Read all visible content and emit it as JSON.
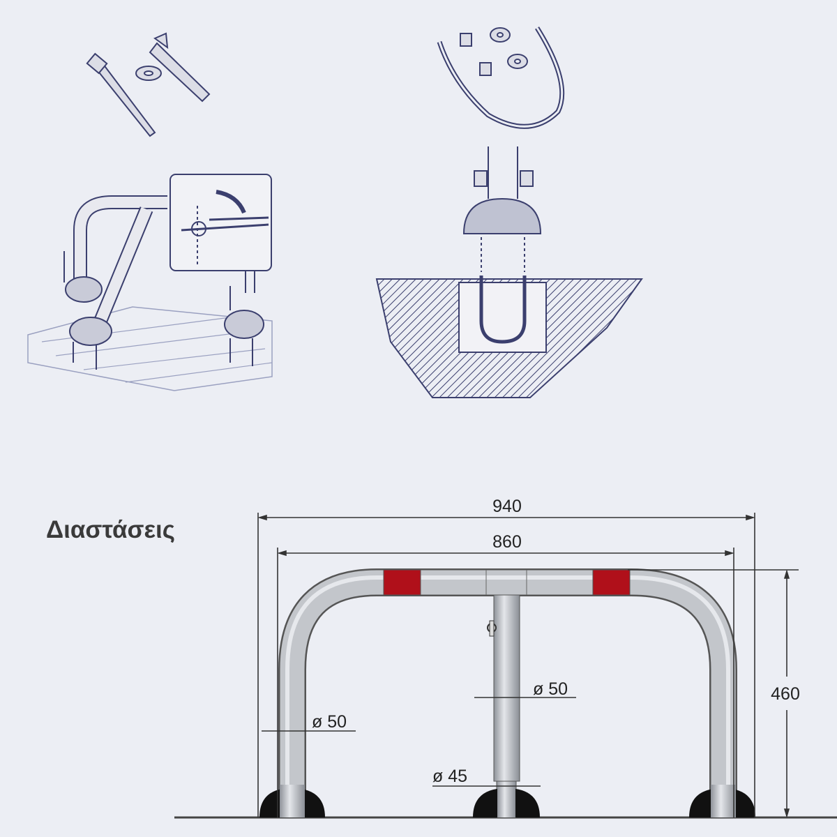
{
  "title": "Διαστάσεις",
  "dimensions": {
    "overall_width": "940",
    "inner_width": "860",
    "height": "460",
    "leg_diameter": "ø 50",
    "post_diameter": "ø 50",
    "post_lower_diameter": "ø 45"
  },
  "colors": {
    "background": "#eceef4",
    "tube": "#b9bcc2",
    "reflector": "#b0101a",
    "sketch_ink": "#3b3f6e"
  },
  "icons": [
    "hardware-kit-bolts-icon",
    "hardware-kit-ubolt-icon",
    "installation-bolted-icon",
    "installation-concrete-icon"
  ]
}
